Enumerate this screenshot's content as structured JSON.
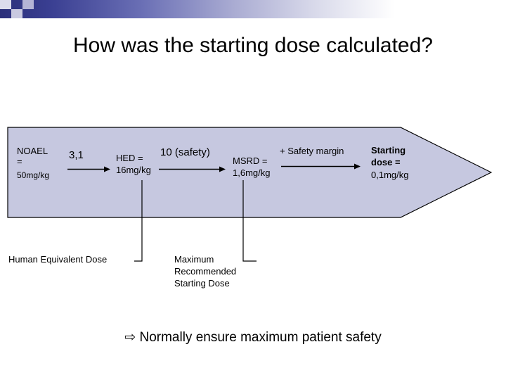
{
  "slide": {
    "title": "How was the starting dose calculated?",
    "bottom_note": "Normally ensure maximum patient safety",
    "bullet_glyph": "⇨"
  },
  "flow": {
    "stages": [
      {
        "id": "noael",
        "label_line1": "NOAEL",
        "label_line2": "=",
        "value": "50mg/kg"
      },
      {
        "id": "hed",
        "label_line1": "HED =",
        "value": "16mg/kg"
      },
      {
        "id": "msrd",
        "label_line1": "MSRD =",
        "value": "1,6mg/kg"
      },
      {
        "id": "starting-dose",
        "label_line1": "Starting",
        "label_line2": "dose =",
        "value": "0,1mg/kg"
      }
    ],
    "connectors": [
      {
        "id": "factor",
        "label": "3,1"
      },
      {
        "id": "safety-factor",
        "label": "10 (safety)"
      },
      {
        "id": "safety-margin",
        "label": "+ Safety margin"
      }
    ]
  },
  "callouts": [
    {
      "id": "hed-callout",
      "text": "Human Equivalent Dose"
    },
    {
      "id": "msrd-callout",
      "line1": "Maximum",
      "line2": "Recommended",
      "line3": "Starting Dose"
    }
  ],
  "colors": {
    "arrow_fill": "#c6c8e0",
    "arrow_stroke": "#000000",
    "banner_dark": "#2b2f7a",
    "text": "#000000"
  }
}
